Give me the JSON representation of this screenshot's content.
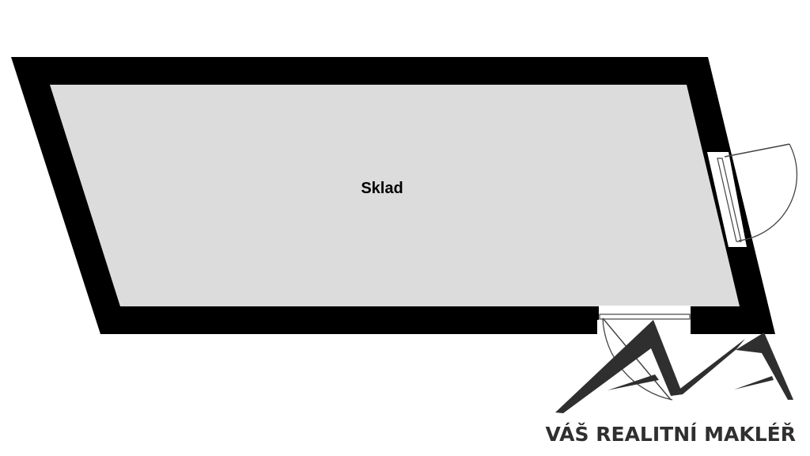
{
  "plan": {
    "rooms": [
      {
        "label": "Sklad"
      }
    ],
    "colors": {
      "wall": "#000000",
      "floor": "#dcdcdc",
      "door_line": "#444444",
      "logo": "#2f2f2f"
    }
  },
  "logo": {
    "text": "VÁŠ REALITNÍ MAKLÉŘ",
    "icon": "mountain-peaks-logo"
  }
}
